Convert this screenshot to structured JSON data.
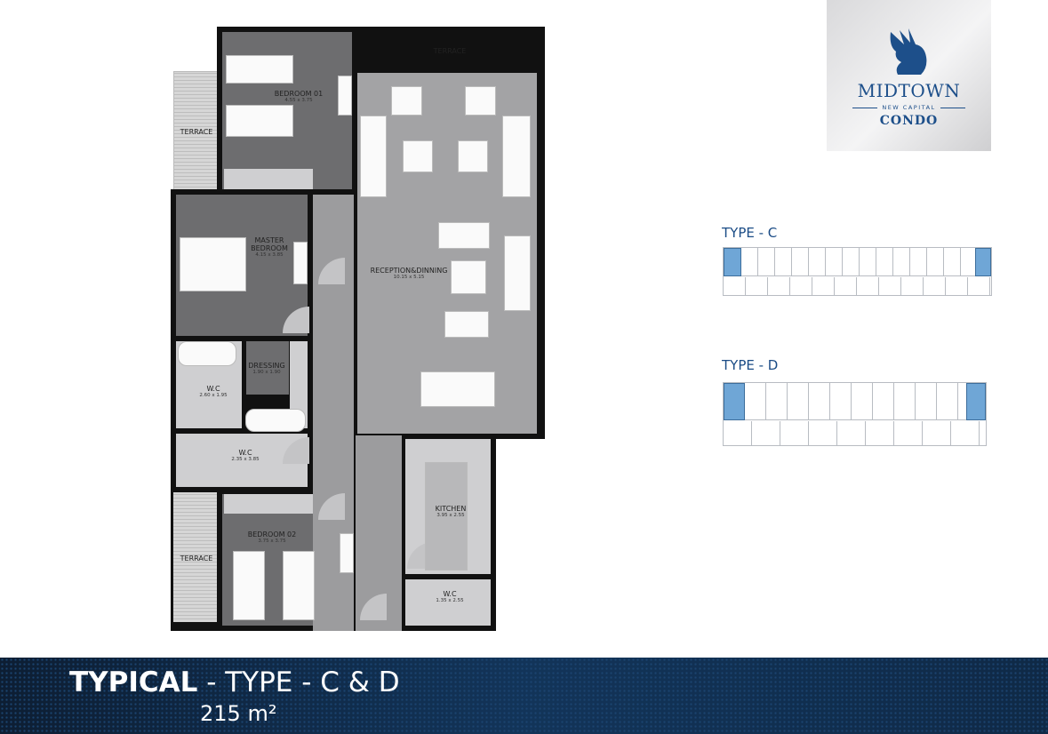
{
  "floor_plan": {
    "rooms": [
      {
        "name": "TERRACE",
        "dims": ""
      },
      {
        "name": "BEDROOM 01",
        "dims": "4.55 x 3.75"
      },
      {
        "name": "TERRACE",
        "dims": ""
      },
      {
        "name": "MASTER BEDROOM",
        "dims": "4.15 x 3.85"
      },
      {
        "name": "RECEPTION&DINNING",
        "dims": "10.15 x 5.15"
      },
      {
        "name": "DRESSING",
        "dims": "1.90 x 1.90"
      },
      {
        "name": "W.C",
        "dims": "2.60 x 1.95"
      },
      {
        "name": "W.C",
        "dims": "2.35 x 3.85"
      },
      {
        "name": "KITCHEN",
        "dims": "3.95 x 2.55"
      },
      {
        "name": "BEDROOM 02",
        "dims": "3.75 x 3.75"
      },
      {
        "name": "TERRACE",
        "dims": ""
      },
      {
        "name": "W.C",
        "dims": "1.35 x 2.55"
      }
    ]
  },
  "logo": {
    "main": "MIDTOWN",
    "sub": "NEW CAPITAL",
    "condo": "CONDO",
    "emblem": "griffin-icon"
  },
  "key_plans": [
    {
      "label": "TYPE - C",
      "highlight_color": "#6fa6d6"
    },
    {
      "label": "TYPE - D",
      "highlight_color": "#6fa6d6"
    }
  ],
  "banner": {
    "title_bold": "TYPICAL",
    "title_rest": " - TYPE - C & D",
    "area": "215 m²",
    "color": "#0f2946"
  }
}
